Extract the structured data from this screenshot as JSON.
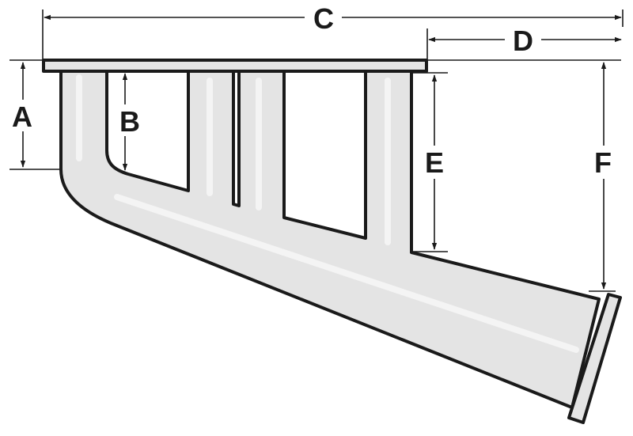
{
  "diagram": {
    "labels": {
      "a": "A",
      "b": "B",
      "c": "C",
      "d": "D",
      "e": "E",
      "f": "F"
    }
  },
  "colors": {
    "body_fill": "#e4e4e4",
    "stroke": "#1a1a1a",
    "highlight": "#f4f4f4"
  }
}
